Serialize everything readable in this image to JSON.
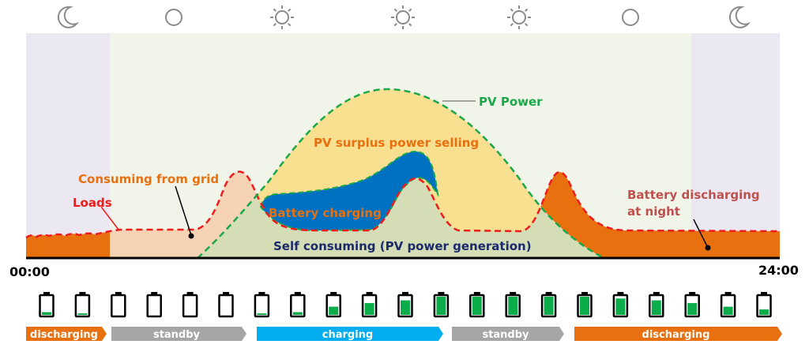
{
  "time_start": "00:00",
  "time_end": "24:00",
  "labels": {
    "pv_power": "PV Power",
    "pv_surplus": "PV surplus power selling",
    "consuming_grid": "Consuming from grid",
    "loads": "Loads",
    "battery_charging": "Battery charging",
    "self_consuming": "Self consuming (PV power generation)",
    "battery_discharging_1": "Battery discharging",
    "battery_discharging_2": "at night"
  },
  "sky_icons": [
    "moon-icon",
    "cloud-circle-icon",
    "sun-icon",
    "sun-icon",
    "sun-icon",
    "cloud-circle-icon",
    "moon-icon"
  ],
  "battery_levels": [
    0.15,
    0.08,
    0,
    0,
    0,
    0,
    0.08,
    0.15,
    0.45,
    0.65,
    0.8,
    1,
    1,
    1,
    1,
    1,
    0.9,
    0.8,
    0.65,
    0.45,
    0.3
  ],
  "states": [
    {
      "label": "discharging",
      "color": "#e8700f"
    },
    {
      "label": "standby",
      "color": "#a6a6a6"
    },
    {
      "label": "charging",
      "color": "#00aeef"
    },
    {
      "label": "standby",
      "color": "#a6a6a6"
    },
    {
      "label": "discharging",
      "color": "#e8700f"
    }
  ],
  "colors": {
    "night_bg": "#ece8f1",
    "day_bg": "#f1f5e9",
    "pv_surplus": "#f9df90",
    "self": "#d4ddb5",
    "grid": "#f7d3b5",
    "battery": "#0070c0",
    "discharge": "#e8700f",
    "pv_line": "#1aa84a",
    "load_line": "#ee1c1c"
  }
}
